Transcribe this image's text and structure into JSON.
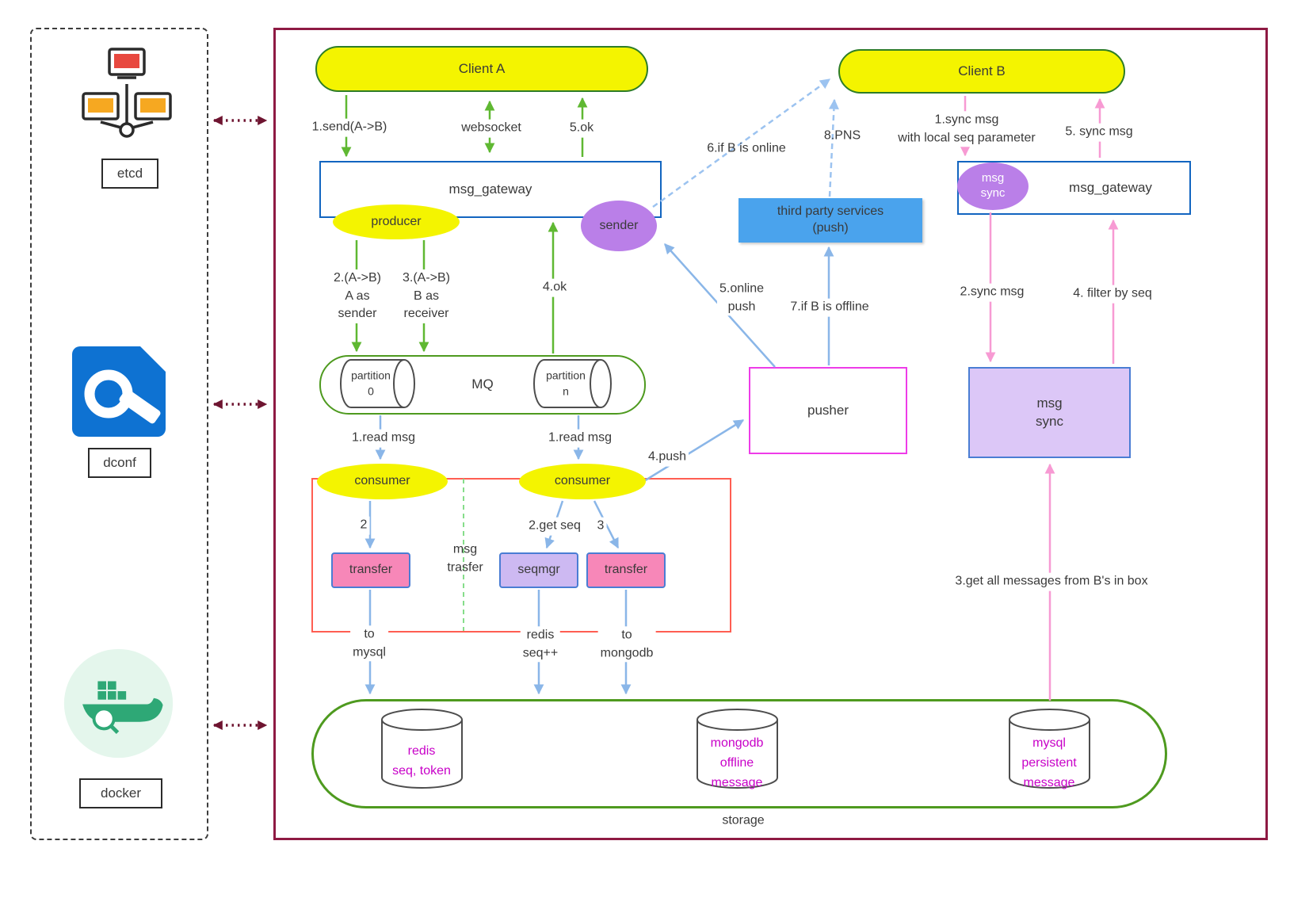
{
  "palette": {
    "client_fill": "#f4f400",
    "client_border": "#2e7d27",
    "green_arrow": "#5fb832",
    "blue_arrow": "#8ab6e8",
    "blue_dashed_arrow": "#9cc3f0",
    "pink_arrow": "#f79ad3",
    "main_border": "#8e1a43",
    "dotted_link": "#6e1430",
    "purple_node": "#ba7fe8",
    "third_party_fill": "#4aa3ed",
    "transfer_fill": "#f787b8",
    "seqmgr_fill": "#cdb9f2",
    "msg_sync_fill": "#dcc7f7",
    "magenta_text": "#c800c8",
    "red_group_border": "#ff5e52",
    "pusher_border": "#ee3ce8",
    "gateway_border": "#1265c0",
    "storage_border": "#4e9a1f"
  },
  "infra": {
    "etcd": "etcd",
    "dconf": "dconf",
    "docker": "docker"
  },
  "nodes": {
    "client_a": "Client A",
    "client_b": "Client B",
    "gateway_a": "msg_gateway",
    "gateway_b": "msg_gateway",
    "producer": "producer",
    "sender": "sender",
    "msg_sync_ellipse": "msg\nsync",
    "mq": "MQ",
    "partition_0": "partition\n0",
    "partition_n": "partition\nn",
    "consumer_1": "consumer",
    "consumer_2": "consumer",
    "transfer_1": "transfer",
    "seqmgr": "seqmgr",
    "transfer_2": "transfer",
    "pusher": "pusher",
    "third_party": "third party services\n(push)",
    "msg_sync_box": "msg\nsync",
    "storage": "storage",
    "redis": "redis\nseq, token",
    "mongodb": "mongodb\noffline\nmessage",
    "mysql": "mysql\npersistent\nmessage"
  },
  "edge_labels": {
    "send_ab": "1.send(A->B)",
    "websocket": "websocket",
    "ok_5": "5.ok",
    "a_as_sender": "2.(A->B)\nA as\nsender",
    "b_as_receiver": "3.(A->B)\nB as\nreceiver",
    "ok_4": "4.ok",
    "read_msg_left": "1.read msg",
    "read_msg_right": "1.read msg",
    "step_2": "2",
    "get_seq": "2.get seq",
    "step_3": "3",
    "msg_trasfer": "msg\ntrasfer",
    "to_mysql": "to\nmysql",
    "redis_seq_inc": "redis\nseq++",
    "to_mongodb": "to\nmongodb",
    "push_4": "4.push",
    "online_push": "5.online\npush",
    "if_b_offline": "7.if B is offline",
    "if_b_online": "6.if B is online",
    "pns": "8.PNS",
    "sync_msg_1": "1.sync msg\nwith local seq parameter",
    "sync_msg_5": "5. sync msg",
    "sync_msg_2": "2.sync msg",
    "filter_by_seq": "4. filter by seq",
    "get_all_msgs": "3.get all messages from B's in box"
  }
}
